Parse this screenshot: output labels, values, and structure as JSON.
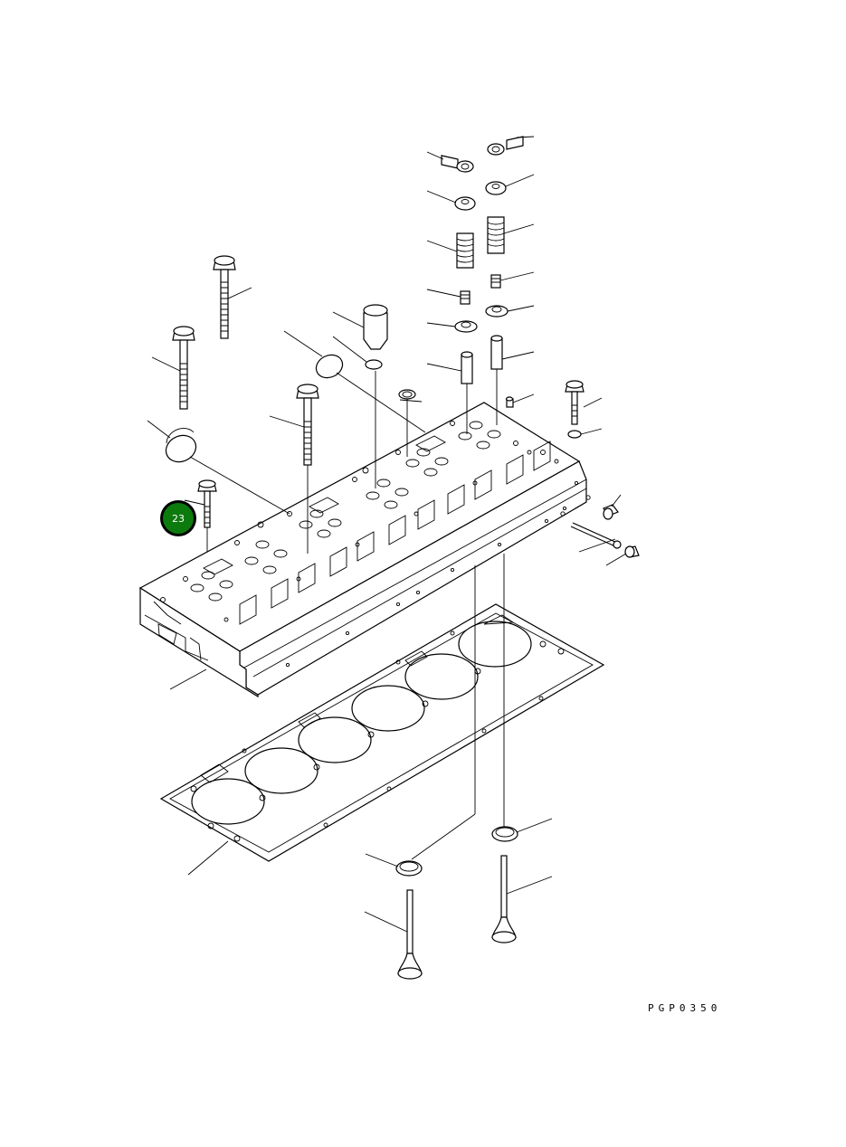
{
  "diagram": {
    "drawing_code": "PGP0350",
    "callouts": [
      {
        "number": "23",
        "part": "bolt",
        "color": "#0d7a0d",
        "ring_color": "#000000"
      }
    ],
    "parts": [
      "cylinder-head",
      "head-gasket",
      "head-bolt",
      "valve-cotter",
      "spring-retainer",
      "valve-spring",
      "valve-stem-seal",
      "spring-seat",
      "valve-guide",
      "injector-sleeve",
      "o-ring",
      "expansion-plug",
      "dowel",
      "intake-valve",
      "exhaust-valve",
      "valve-seat-insert"
    ]
  }
}
